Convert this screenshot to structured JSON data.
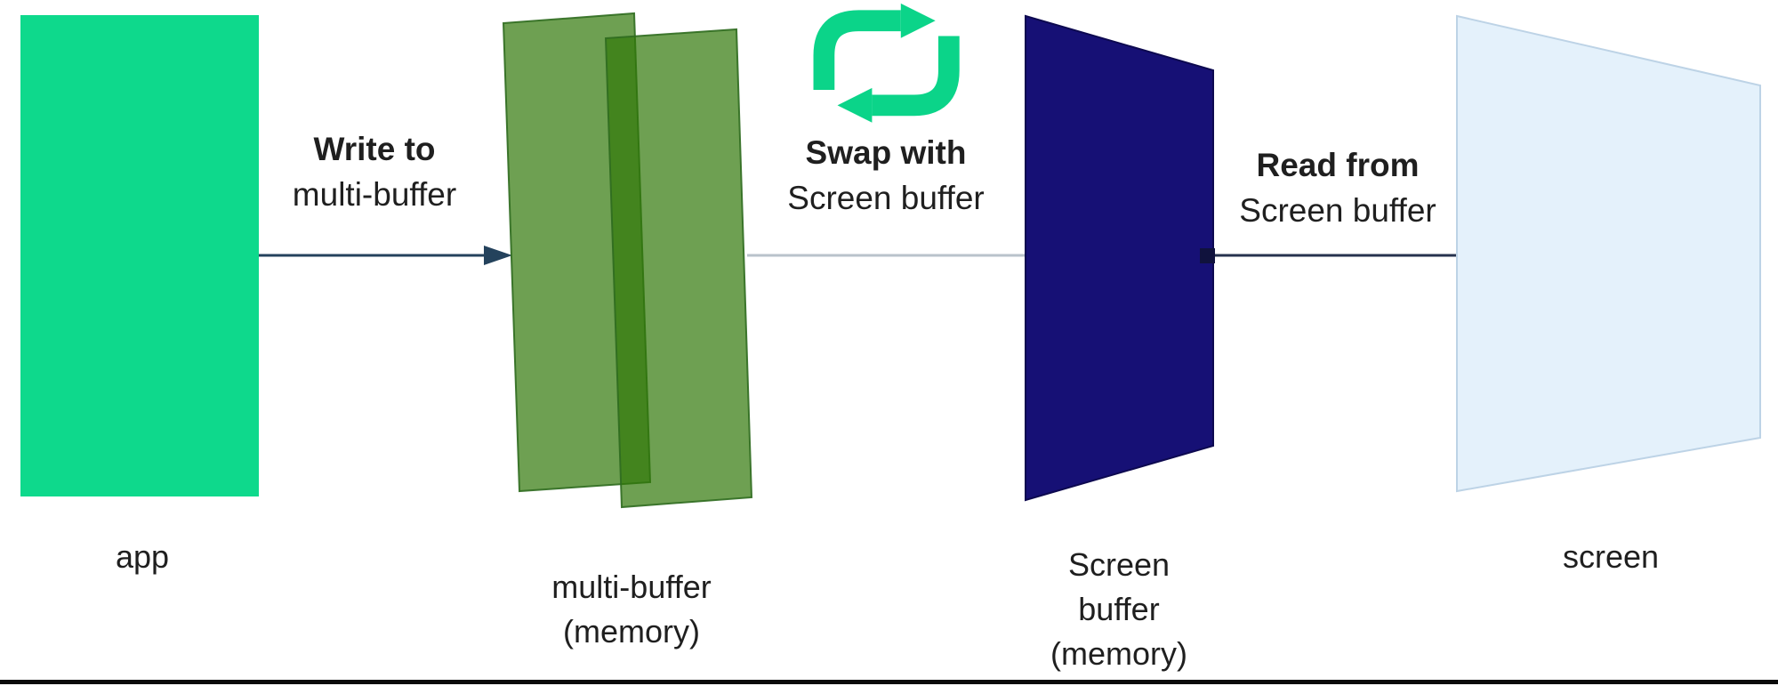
{
  "colors": {
    "app_green": "#0ed98c",
    "icon_green": "#0bd489",
    "multi_green": "#317709",
    "multi_stroke": "#2f6b1f",
    "navy": "#161075",
    "navy_stroke": "#0d0950",
    "screen_blue": "#e4f1fb",
    "screen_stroke": "#bdd3e6",
    "arrow_dark": "#24425c",
    "connector_gray": "#b9c2cb",
    "read_line": "#26324e",
    "square_marker": "#10123d",
    "bottom_bar": "#0a0a0a",
    "text": "#1f1f1f"
  },
  "icons": {
    "swap": "cycle-arrows-icon"
  },
  "nodes": {
    "app": {
      "label": "app"
    },
    "multi_buffer": {
      "line1": "multi-buffer",
      "line2": "(memory)"
    },
    "screen_buffer": {
      "line1": "Screen",
      "line2": "buffer",
      "line3": "(memory)"
    },
    "screen": {
      "label": "screen"
    }
  },
  "edges": {
    "write": {
      "bold": "Write to",
      "rest": "multi-buffer"
    },
    "swap": {
      "bold": "Swap with",
      "rest": "Screen buffer"
    },
    "read": {
      "bold": "Read from",
      "rest": "Screen buffer"
    }
  }
}
